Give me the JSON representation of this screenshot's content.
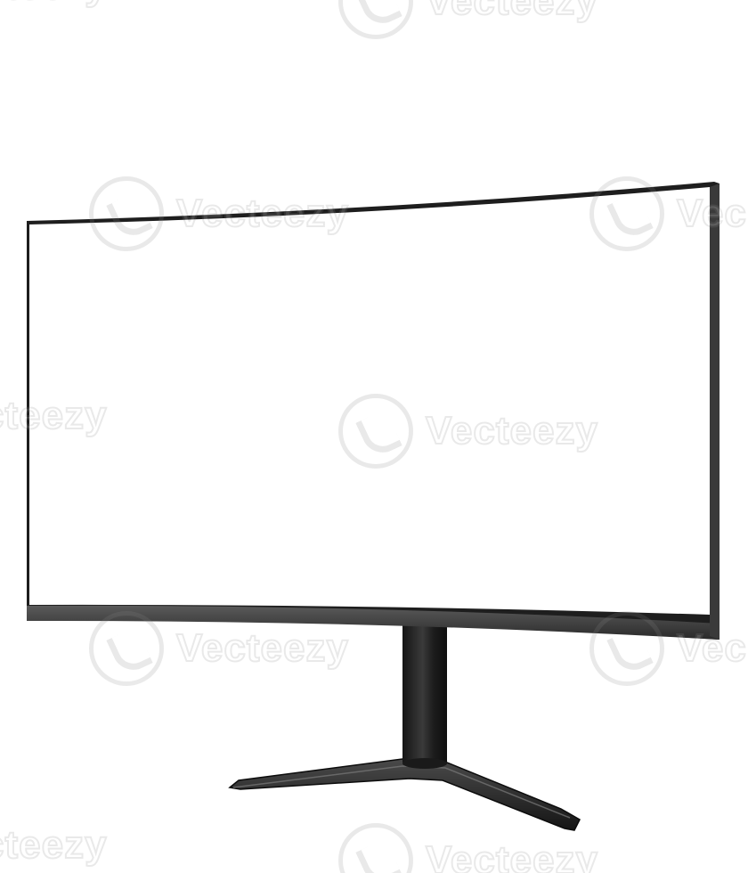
{
  "watermark": {
    "brand": "Vecteezy",
    "brand_partial_left": "cteezy",
    "brand_partial_right": "Vec",
    "color": "#8a8a8a"
  },
  "monitor": {
    "bezel_color": "#2b2b2b",
    "screen_color": "#ffffff",
    "stand_color": "#1f1f1f",
    "stand_highlight": "#5a5a5a"
  }
}
